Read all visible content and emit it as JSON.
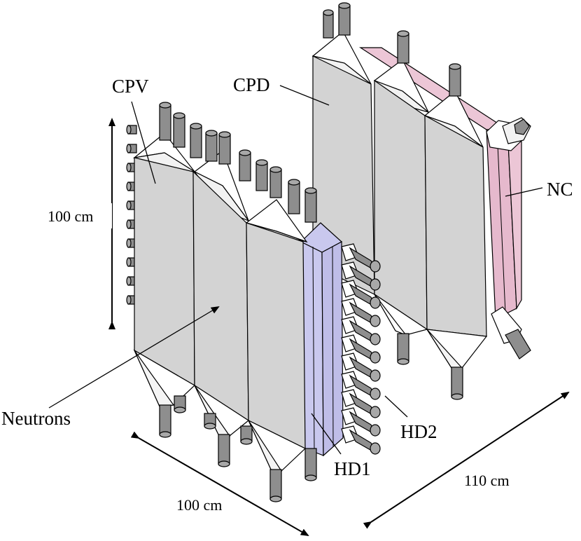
{
  "labels": {
    "cpv": "CPV",
    "cpd": "CPD",
    "nc": "NC",
    "hd1": "HD1",
    "hd2": "HD2",
    "neutrons": "Neutrons",
    "height_dim": "100 cm",
    "width_dim": "100 cm",
    "depth_dim": "110 cm"
  },
  "colors": {
    "panel_face": "#d3d3d3",
    "panel_edge": "#000000",
    "nc_face": "#ecc6d6",
    "hd_face": "#c9c8ee",
    "pmt_tube": "#8e8e8e",
    "light_guide": "#ffffff"
  }
}
